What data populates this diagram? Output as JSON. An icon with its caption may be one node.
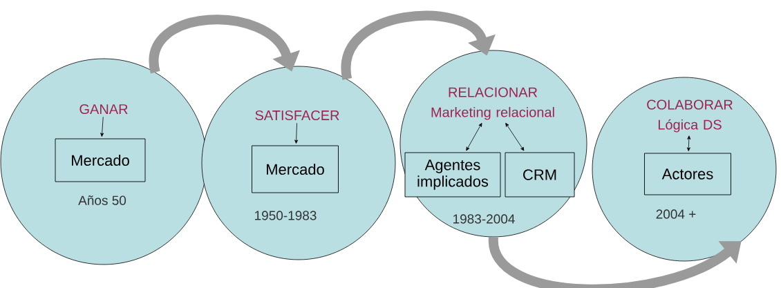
{
  "diagram": {
    "nodes": [
      {
        "text": [
          "Años 50"
        ]
      },
      {
        "text": [
          "GANAR"
        ],
        "in": 0
      },
      {
        "text": [
          "Mercado"
        ],
        "in": 0
      },
      {
        "text": [
          "1950-1983"
        ]
      },
      {
        "text": [
          "SATISFACER"
        ],
        "in": 3
      },
      {
        "text": [
          "Mercado"
        ],
        "in": 3
      },
      {
        "text": [
          "1983-2004"
        ]
      },
      {
        "text": [
          "RELACIONAR Marketing relacional"
        ],
        "in": 6
      },
      {
        "text": [
          "Agentes implicados"
        ],
        "in": 6
      },
      {
        "text": [
          "CRM"
        ],
        "in": 6
      },
      {
        "text": [
          "2004 +"
        ]
      },
      {
        "text": [
          "COLABORAR Lógica DS"
        ],
        "in": 10
      },
      {
        "text": [
          "Actores"
        ],
        "in": 10
      }
    ],
    "edges": [
      {
        "from": 0,
        "to": 3,
        "arrow": "to",
        "style": "thick",
        "color": "#9a9a9a"
      },
      {
        "from": 3,
        "to": 6,
        "arrow": "to",
        "style": "thick",
        "color": "#9a9a9a"
      },
      {
        "from": 6,
        "to": 10,
        "arrow": "to",
        "style": "thick",
        "color": "#9a9a9a"
      },
      {
        "from": 1,
        "to": 2,
        "arrow": "to"
      },
      {
        "from": 4,
        "to": 5,
        "arrow": "to"
      },
      {
        "from": 7,
        "to": 8,
        "arrow": "both"
      },
      {
        "from": 7,
        "to": 9,
        "arrow": "both"
      },
      {
        "from": 11,
        "to": 12,
        "arrow": "both"
      }
    ]
  }
}
